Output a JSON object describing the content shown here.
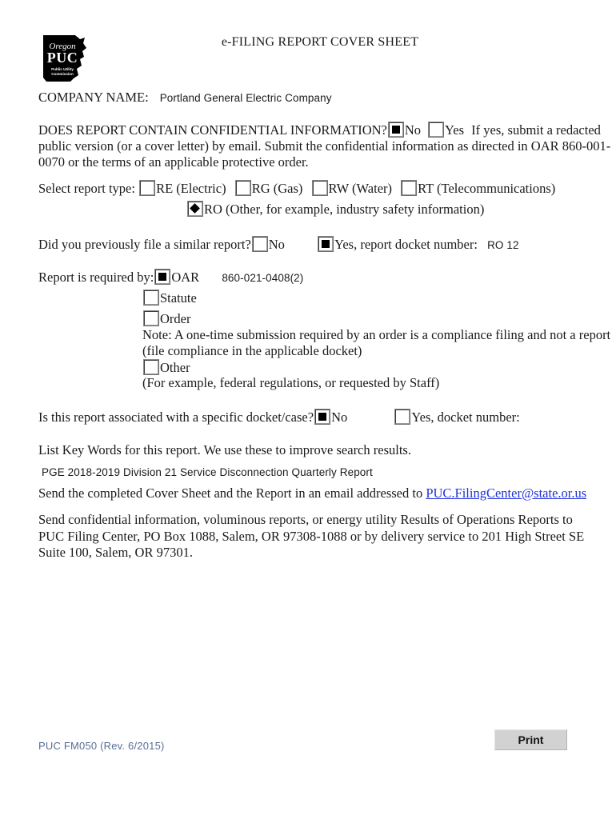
{
  "document": {
    "title": "e-FILING REPORT COVER SHEET",
    "logo": {
      "name": "oregon-puc-logo",
      "line1": "Oregon",
      "line2": "PUC",
      "line3": "Public Utility",
      "line4": "Commission"
    }
  },
  "company": {
    "label": "COMPANY NAME:",
    "value": "Portland General Electric Company"
  },
  "confidential": {
    "question": "DOES REPORT CONTAIN CONFIDENTIAL INFORMATION?",
    "no_label": "No",
    "yes_label": "Yes",
    "no_checked": true,
    "yes_checked": false,
    "tail": "If yes, submit a redacted",
    "line2": "public version (or a cover letter) by email.  Submit the confidential information as directed in OAR 860-001-",
    "line3": "0070 or the terms of an applicable protective order."
  },
  "report_type": {
    "label": "Select report type:",
    "options": [
      {
        "code": "RE (Electric)",
        "checked": false
      },
      {
        "code": "RG (Gas)",
        "checked": false
      },
      {
        "code": "RW (Water)",
        "checked": false
      },
      {
        "code": "RT (Telecommunications)",
        "checked": false
      }
    ],
    "other": {
      "code": "RO (Other, for example, industry safety information)",
      "checked": true,
      "mark": "diamond"
    }
  },
  "previous_report": {
    "question": "Did you previously file a similar report?",
    "no_label": "No",
    "yes_label": "Yes, report docket number:",
    "no_checked": false,
    "yes_checked": true,
    "docket_value": "RO 12"
  },
  "required_by": {
    "label": "Report is required by:",
    "oar_label": "OAR",
    "oar_checked": true,
    "oar_value": "860-021-0408(2)",
    "statute_label": "Statute",
    "statute_checked": false,
    "order_label": "Order",
    "order_checked": false,
    "note_line1": "Note: A one-time submission required by an order is a compliance filing and not a report",
    "note_line2": "(file compliance in the applicable docket)",
    "other_label": "Other",
    "other_checked": false,
    "other_note": "(For example, federal regulations, or requested by Staff)"
  },
  "docket_assoc": {
    "question": "Is this report associated with a specific docket/case?",
    "no_label": "No",
    "yes_label": "Yes, docket number:",
    "no_checked": true,
    "yes_checked": false,
    "docket_value": ""
  },
  "keywords": {
    "prompt": "List Key Words for this report.  We use these to improve search results.",
    "value": "PGE 2018-2019 Division 21 Service Disconnection Quarterly Report"
  },
  "send_email": {
    "text": "Send the completed Cover Sheet and the Report in an email addressed to",
    "email": "PUC.FilingCenter@state.or.us"
  },
  "mailing": {
    "line1": "Send confidential information, voluminous reports, or energy utility Results of Operations Reports to",
    "line2": "PUC Filing Center, PO Box 1088, Salem, OR  97308-1088 or by delivery service to 201 High Street SE",
    "line3": "Suite 100, Salem, OR  97301."
  },
  "footer": {
    "form_code": "PUC FM050 (Rev. 6/2015)",
    "print_label": "Print"
  },
  "colors": {
    "link": "#2033d8",
    "footer_code": "#5a6e96",
    "button_bg": "#d2d2d2"
  }
}
